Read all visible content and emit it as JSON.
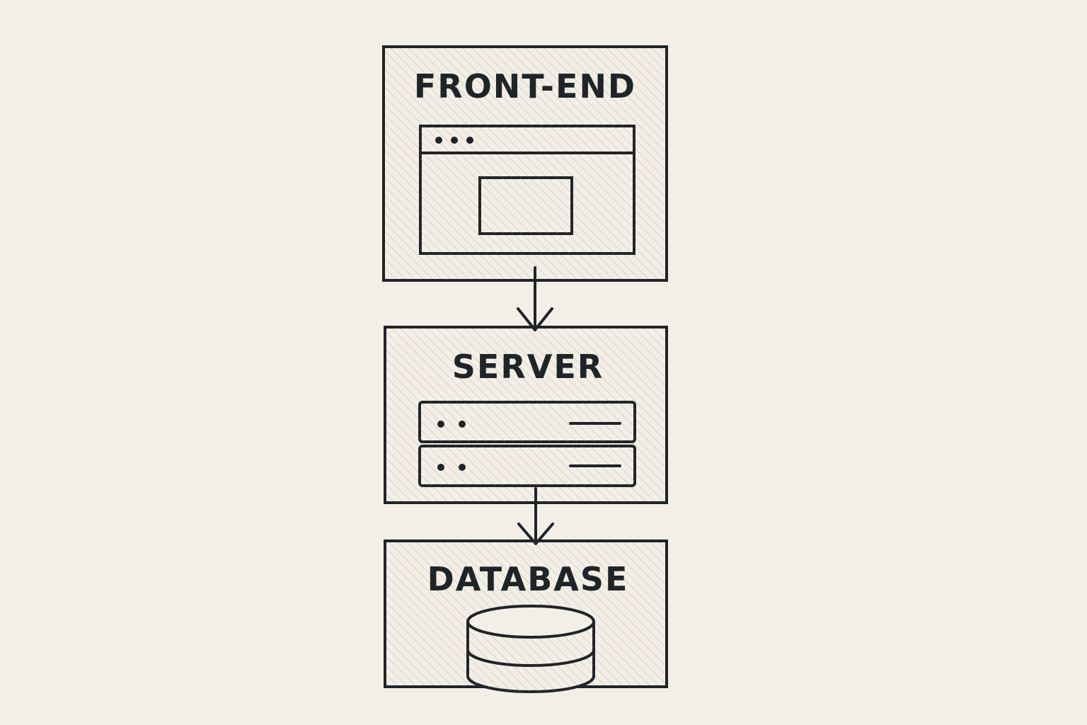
{
  "diagram": {
    "colors": {
      "background": "#f4efe6",
      "ink": "#1f2429",
      "hatch": "#9a958c"
    },
    "tiers": [
      {
        "id": "front-end",
        "label": "FRONT-END",
        "icon": "browser-window-icon"
      },
      {
        "id": "server",
        "label": "SERVER",
        "icon": "server-rack-icon"
      },
      {
        "id": "database",
        "label": "DATABASE",
        "icon": "database-cylinder-icon"
      }
    ],
    "connections": [
      {
        "from": "front-end",
        "to": "server"
      },
      {
        "from": "server",
        "to": "database"
      }
    ]
  }
}
